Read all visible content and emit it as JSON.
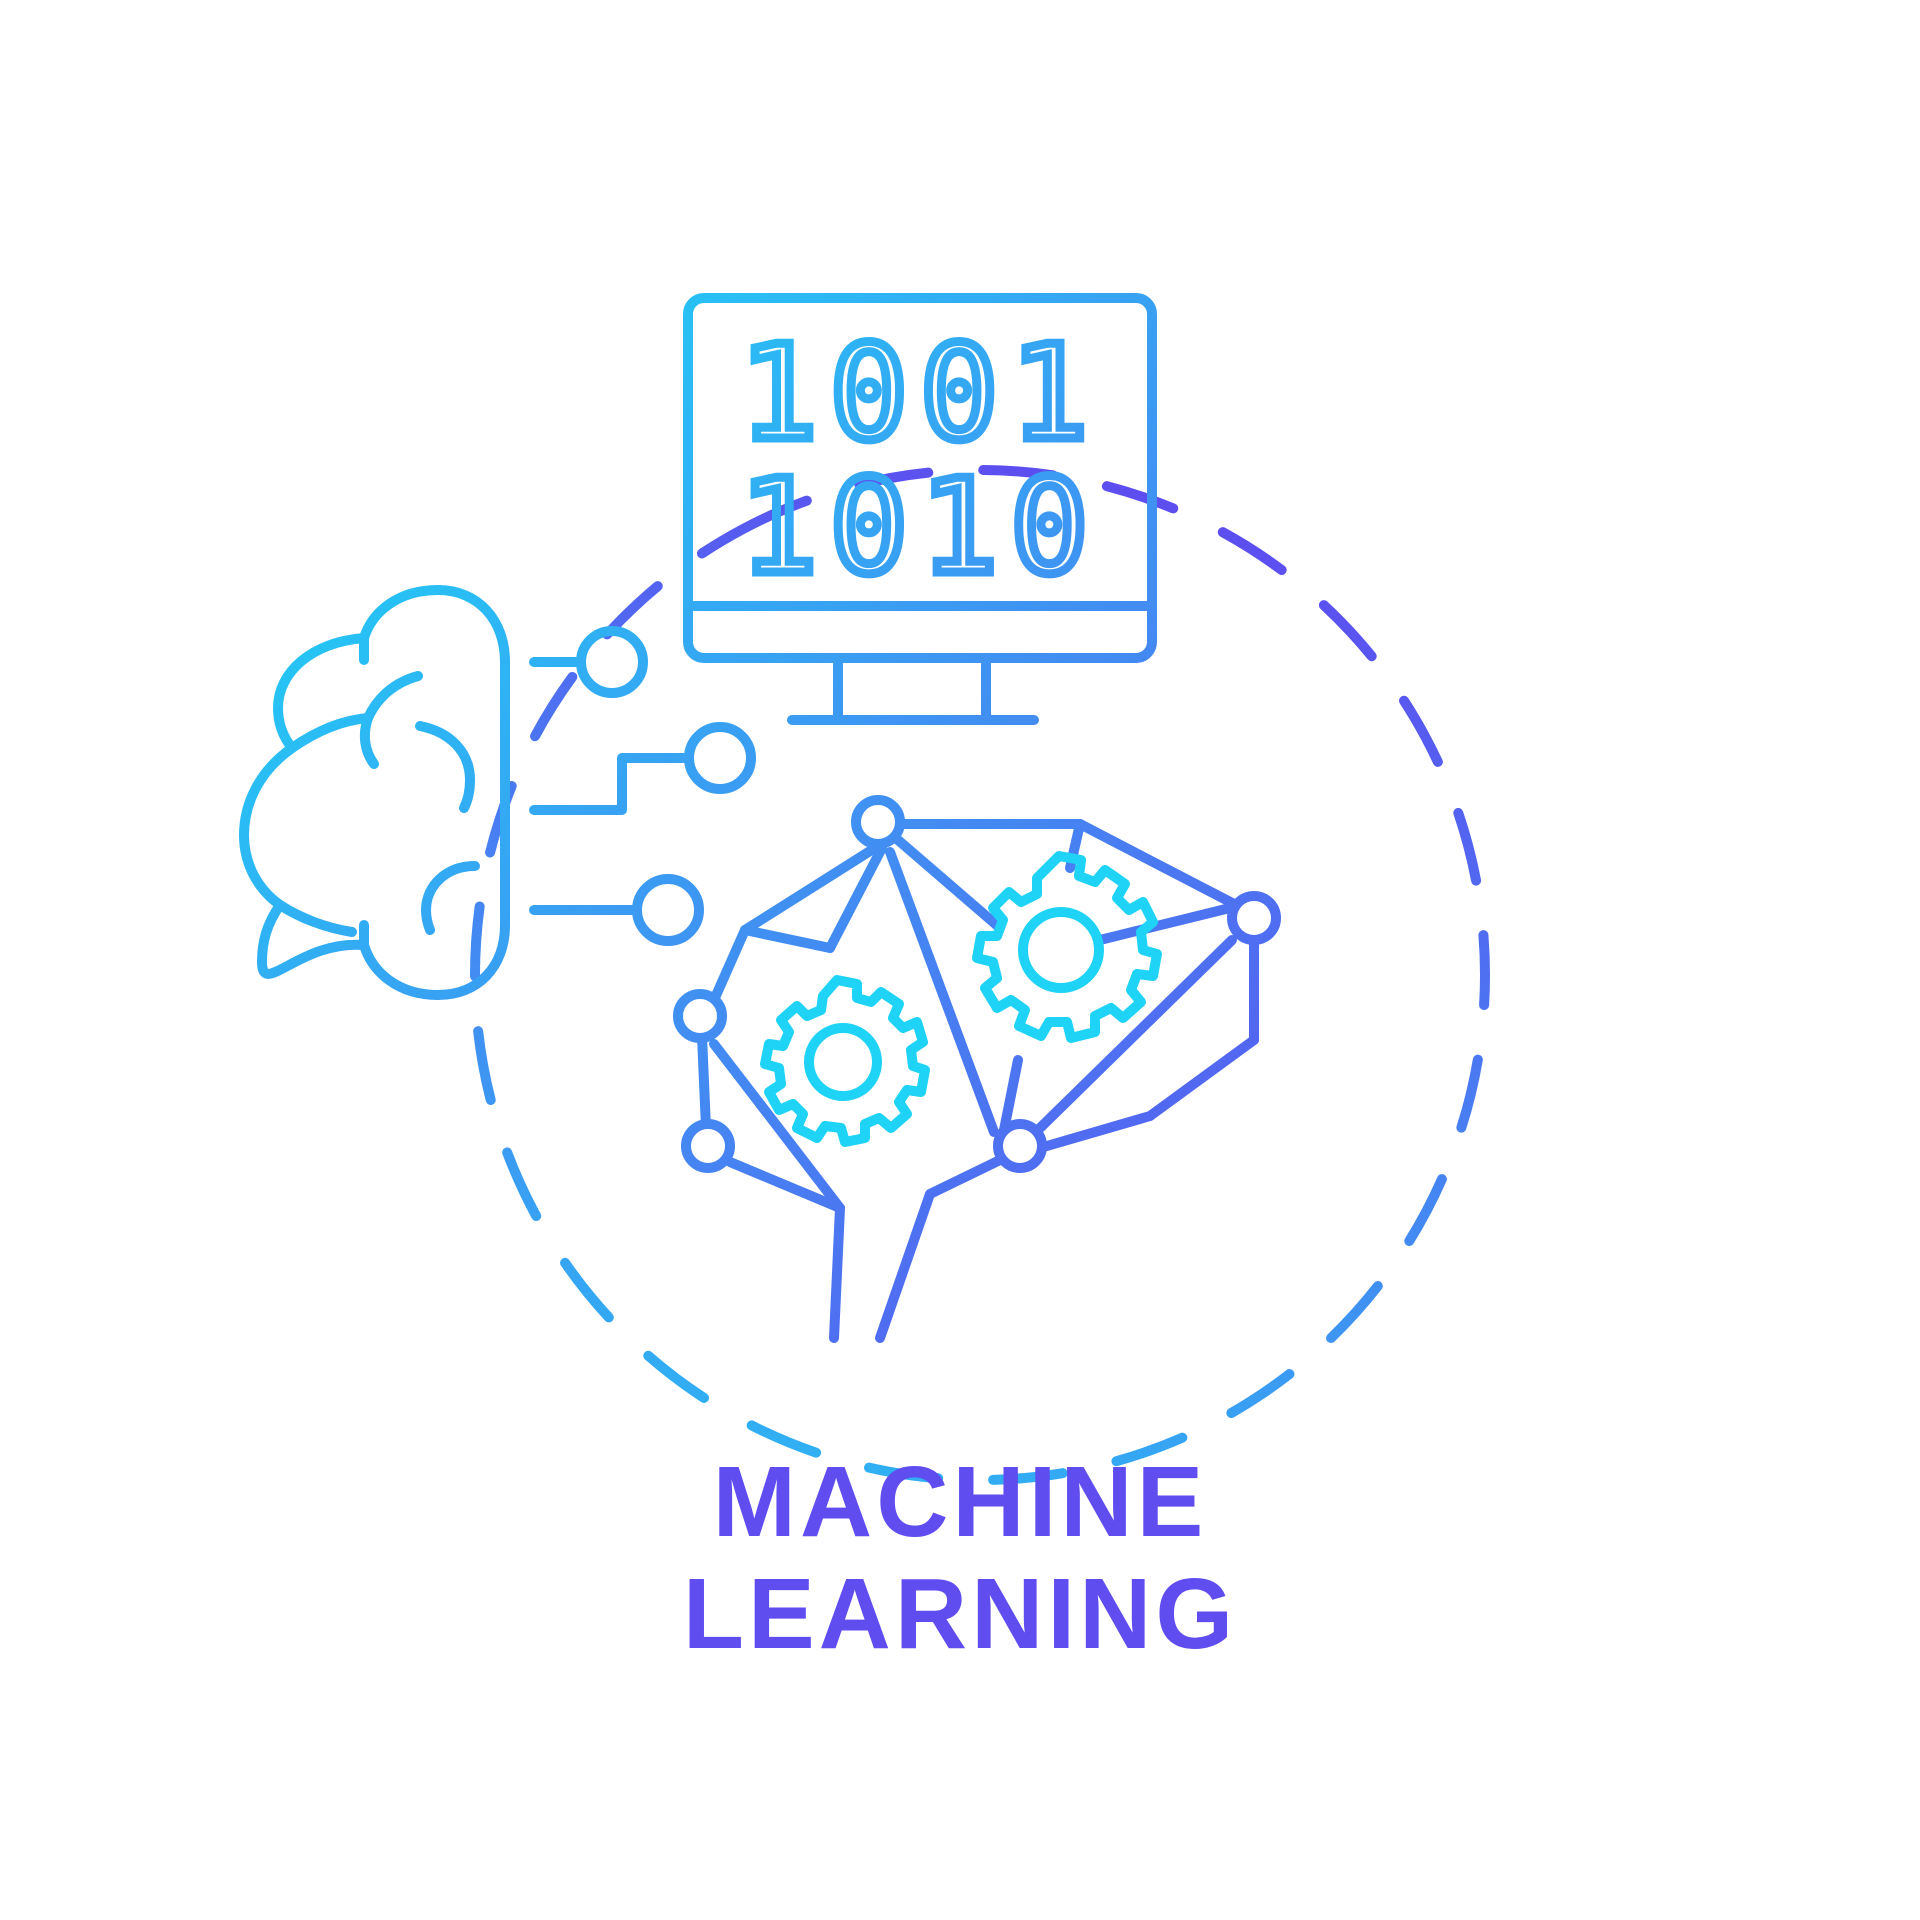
{
  "title": {
    "line1": "MACHINE",
    "line2": "LEARNING"
  },
  "screen_binary": {
    "row1": "1001",
    "row2": "1010"
  },
  "colors": {
    "gradient_start": "#1ed3f5",
    "gradient_mid": "#3f93f2",
    "gradient_end": "#6046f0",
    "text": "#5f4df0",
    "background": "#ffffff"
  },
  "icons": [
    "brain-icon",
    "monitor-icon",
    "circuit-nodes-icon",
    "gear-icon",
    "neural-network-icon"
  ]
}
